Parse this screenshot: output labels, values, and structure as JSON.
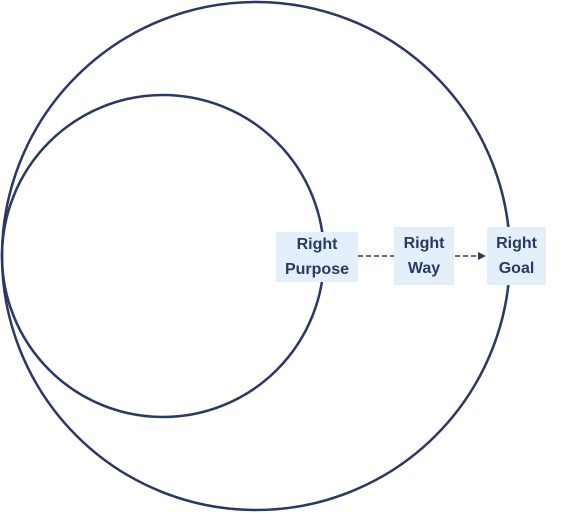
{
  "colors": {
    "stroke": "#2b3863",
    "label_background": "#e3f0fc",
    "label_text": "#2b3863"
  },
  "labels": {
    "purpose": {
      "line1": "Right",
      "line2": "Purpose"
    },
    "way": {
      "line1": "Right",
      "line2": "Way"
    },
    "goal": {
      "line1": "Right",
      "line2": "Goal"
    }
  }
}
